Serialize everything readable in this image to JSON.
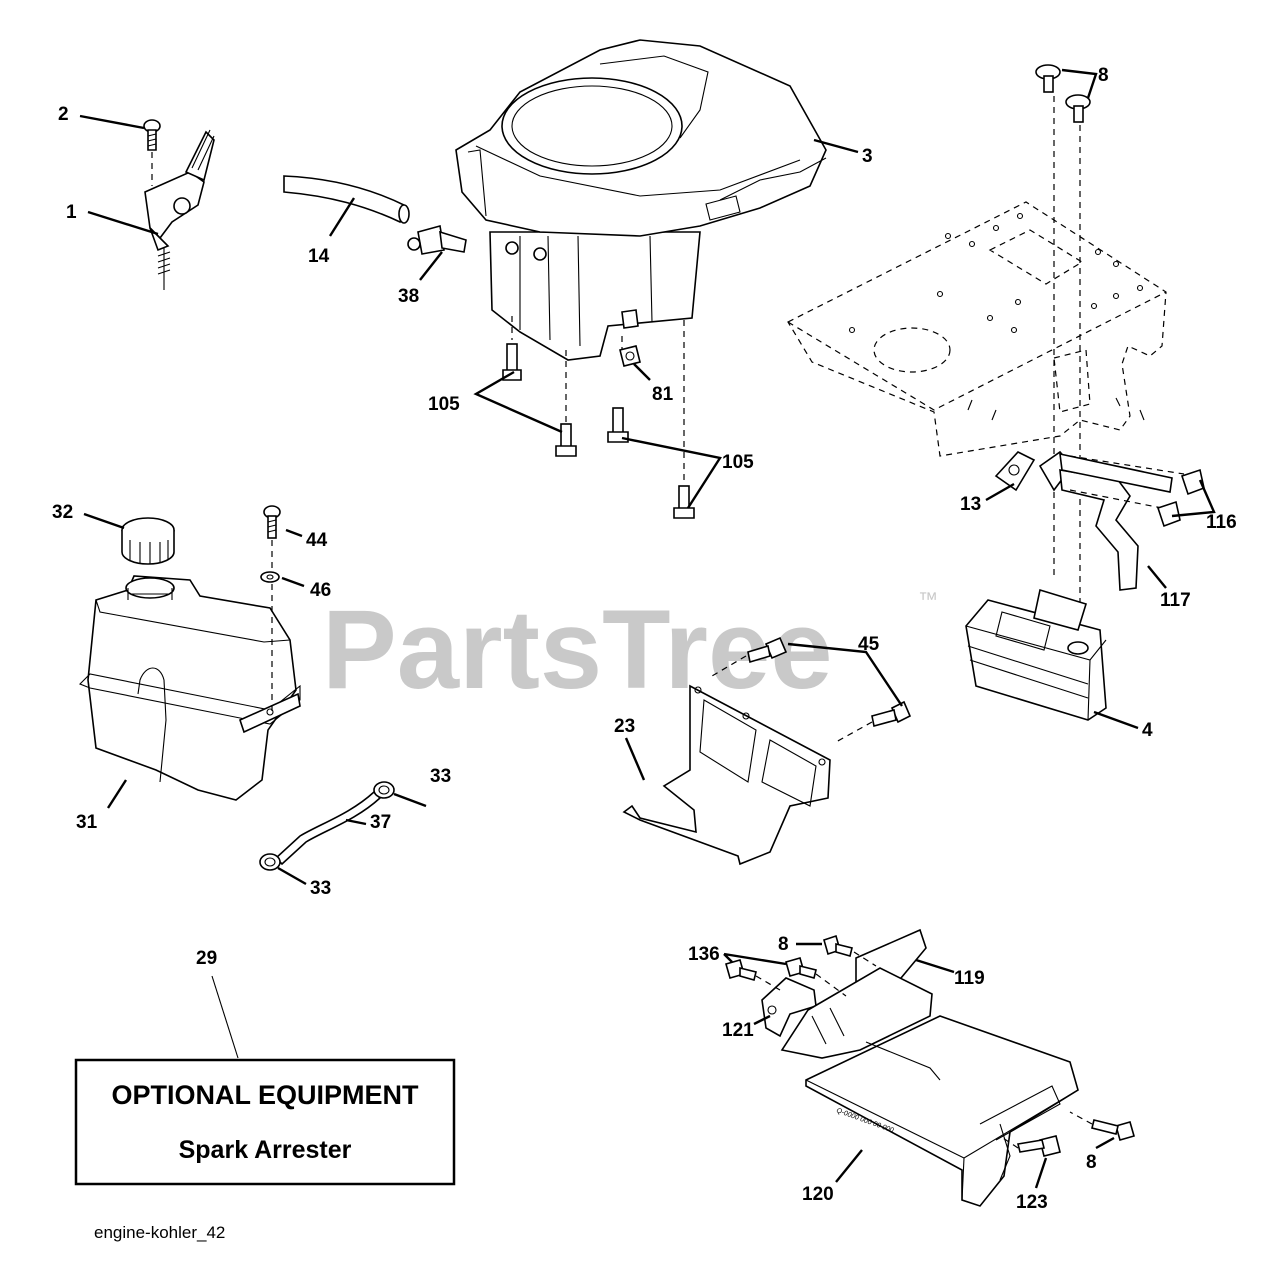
{
  "watermark": {
    "text": "PartsTree",
    "trademark": "™"
  },
  "callouts": {
    "c1": "1",
    "c2": "2",
    "c3": "3",
    "c4": "4",
    "c8a": "8",
    "c8b": "8",
    "c8c": "8",
    "c13": "13",
    "c14": "14",
    "c23": "23",
    "c29": "29",
    "c31": "31",
    "c32": "32",
    "c33a": "33",
    "c33b": "33",
    "c37": "37",
    "c38": "38",
    "c44": "44",
    "c45": "45",
    "c46": "46",
    "c81": "81",
    "c105a": "105",
    "c105b": "105",
    "c116": "116",
    "c117": "117",
    "c119": "119",
    "c120": "120",
    "c121": "121",
    "c123": "123",
    "c136": "136"
  },
  "optional_box": {
    "title": "OPTIONAL EQUIPMENT",
    "subtitle": "Spark Arrester"
  },
  "caption": "engine-kohler_42"
}
